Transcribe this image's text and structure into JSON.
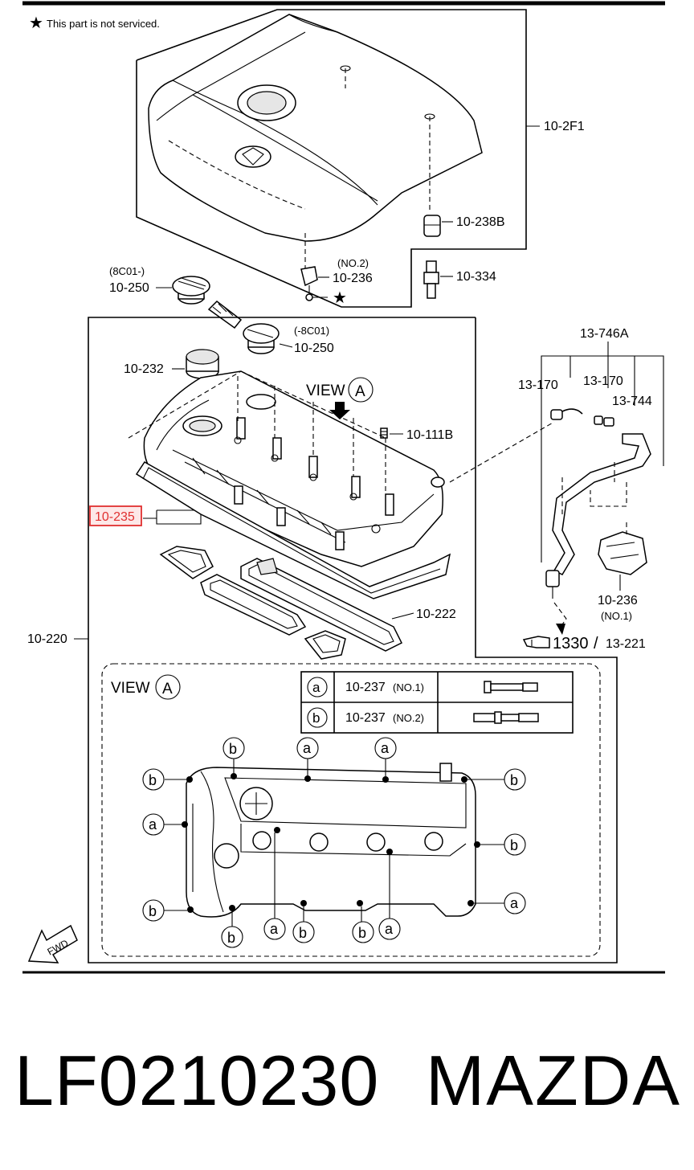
{
  "note": "This part is not serviced.",
  "labels": {
    "p_10_2f1": "10-2F1",
    "p_10_238b": "10-238B",
    "p_10_334": "10-334",
    "p_no2_a": "(NO.2)",
    "p_10_236_a": "10-236",
    "p_8c01_plus": "(8C01-)",
    "p_10_250_a": "10-250",
    "p_8c01_minus": "(-8C01)",
    "p_10_250_b": "10-250",
    "p_10_232": "10-232",
    "view_a_top": "VIEW",
    "p_10_111b": "10-111B",
    "p_10_235": "10-235",
    "p_10_222": "10-222",
    "p_10_220": "10-220",
    "p_13_746a": "13-746A",
    "p_13_170_a": "13-170",
    "p_13_170_b": "13-170",
    "p_13_744": "13-744",
    "p_10_236_b": "10-236",
    "p_no1": "(NO.1)",
    "ref_1330": "1330",
    "ref_slash": "/",
    "ref_13_221": "13-221",
    "view_a_bottom": "VIEW",
    "fwd": "FWD"
  },
  "circle_letters": {
    "a": "a",
    "b": "b",
    "A": "A"
  },
  "bolt_table": [
    {
      "key": "a",
      "part": "10-237",
      "variant": "(NO.1)"
    },
    {
      "key": "b",
      "part": "10-237",
      "variant": "(NO.2)"
    }
  ],
  "footer": {
    "part_number": "LF0210230",
    "brand": "MAZDA"
  },
  "colors": {
    "highlight": "#e03030",
    "highlight_fill": "#fde8e8"
  }
}
